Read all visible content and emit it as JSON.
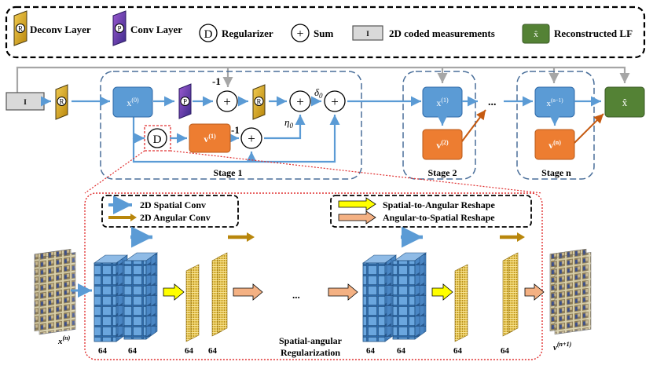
{
  "legend": {
    "deconv_symbol": "R",
    "deconv_label": "Deconv Layer",
    "conv_symbol": "P",
    "conv_label": "Conv Layer",
    "regularizer_symbol": "D",
    "regularizer_label": "Regularizer",
    "sum_symbol": "+",
    "sum_label": "Sum",
    "measurement_symbol": "I",
    "measurement_label": "2D coded measurements",
    "recon_symbol": "x̂",
    "recon_label": "Reconstructed LF"
  },
  "pipeline": {
    "input_label": "I",
    "x0_label": "x",
    "x0_sup": "(0)",
    "v1_label": "v",
    "v1_sup": "(1)",
    "x1_label": "x",
    "x1_sup": "(1)",
    "v2_label": "v",
    "v2_sup": "(2)",
    "xn1_label": "x",
    "xn1_sup": "(n−1)",
    "vn_label": "v",
    "vn_sup": "(n)",
    "output_label": "x̂",
    "minus_one_top": "-1",
    "minus_one_mid": "-1",
    "delta_label": "δ",
    "delta_sub": "0",
    "eta_label": "η",
    "eta_sub": "0",
    "ellipsis": "...",
    "stage1": "Stage 1",
    "stage2": "Stage 2",
    "stagen": "Stage n"
  },
  "regularization": {
    "legend_spatial_conv": "2D Spatial Conv",
    "legend_angular_conv": "2D Angular Conv",
    "legend_s2a": "Spatial-to-Angular Reshape",
    "legend_a2s": "Angular-to-Spatial Reshape",
    "input_label": "x",
    "input_sup": "(n)",
    "output_label": "v",
    "output_sup": "(n+1)",
    "channels": [
      "64",
      "64",
      "64",
      "64",
      "64",
      "64",
      "64",
      "64"
    ],
    "ellipsis": "...",
    "title_line1": "Spatial-angular",
    "title_line2": "Regularization"
  },
  "colors": {
    "blue_box": "#5b9bd5",
    "orange_box": "#ed7d31",
    "green_box": "#548235",
    "gold": "#c9a227",
    "purple": "#7030a0",
    "arrow_blue": "#5b9bd5",
    "arrow_gold": "#b8860b",
    "arrow_orange": "#c55a11",
    "arrow_yellow": "#ffff00",
    "arrow_salmon": "#f4b183",
    "red_dotted": "#e03030"
  }
}
